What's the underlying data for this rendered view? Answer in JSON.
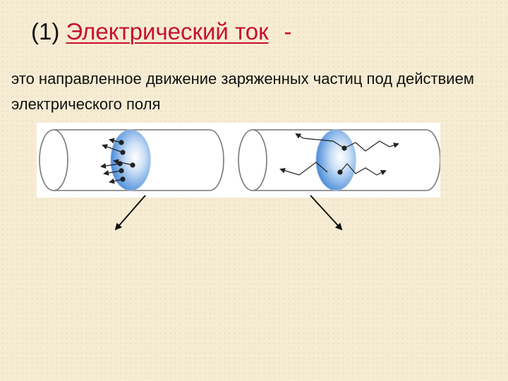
{
  "slide": {
    "title_number": "(1)",
    "title_term": "Электрический ток",
    "title_dash": "-",
    "definition": "это направленное движение заряженных частиц под действием электрического поля"
  },
  "colors": {
    "background": "#f6ecd3",
    "accent": "#c8102e",
    "text": "#111111",
    "cross_section": "#4a90d9"
  },
  "figure": {
    "conductors": [
      {
        "name": "directed-motion",
        "particles": "ordered"
      },
      {
        "name": "chaotic-motion",
        "particles": "chaotic"
      }
    ],
    "pointer_arrows": 2
  }
}
